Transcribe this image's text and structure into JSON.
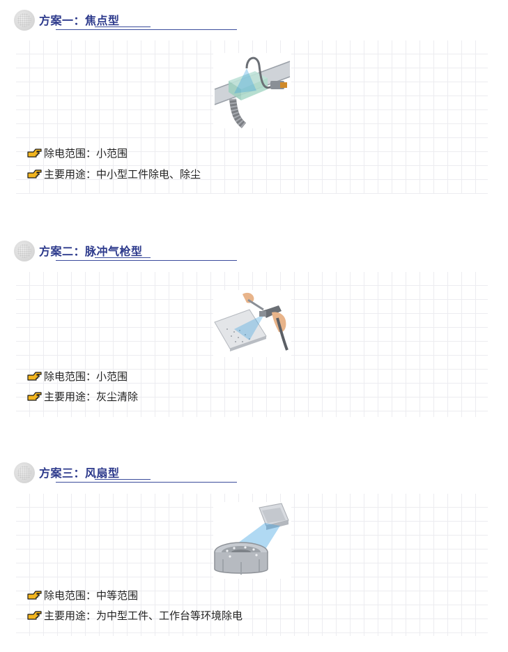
{
  "sections": [
    {
      "title": "方案一：焦点型",
      "bullets": [
        {
          "label": "除电范围：",
          "value": "小范围"
        },
        {
          "label": "主要用途：",
          "value": "中小型工件除电、除尘"
        }
      ],
      "illustration_icon": "spot-ionizer-nozzle-illustration"
    },
    {
      "title": "方案二：脉冲气枪型",
      "bullets": [
        {
          "label": "除电范围：",
          "value": "小范围"
        },
        {
          "label": "主要用途：",
          "value": "灰尘清除"
        }
      ],
      "illustration_icon": "ionizing-air-gun-illustration"
    },
    {
      "title": "方案三：风扇型",
      "bullets": [
        {
          "label": "除电范围：",
          "value": "中等范围"
        },
        {
          "label": "主要用途：",
          "value": "为中型工件、工作台等环境除电"
        }
      ],
      "illustration_icon": "ionizing-fan-illustration"
    }
  ],
  "colors": {
    "title": "#2d3a8c",
    "underline": "#3b4c9c",
    "grid": "#ececf0",
    "hand_fill": "#f2b51f",
    "ion_blue": "#3aa0e0"
  }
}
